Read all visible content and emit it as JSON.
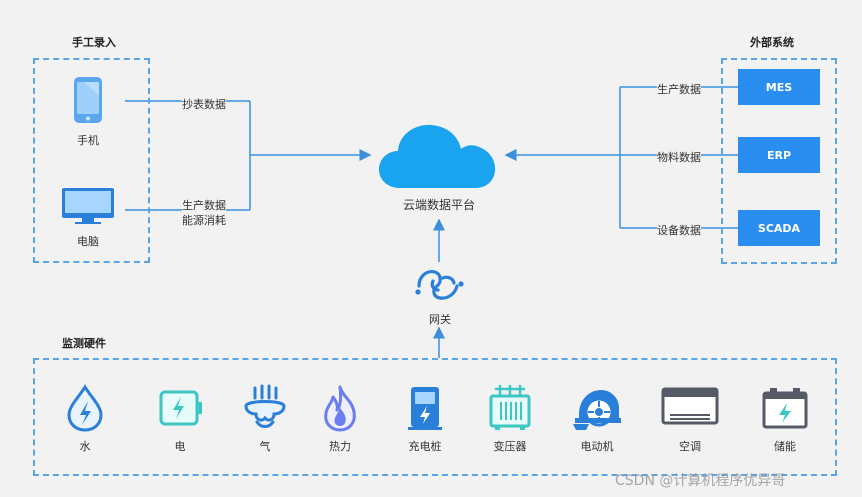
{
  "manual_entry": {
    "title": "手工录入",
    "devices": [
      {
        "label": "手机"
      },
      {
        "label": "电脑"
      }
    ],
    "flow_labels": {
      "meter_reading": "抄表数据",
      "production": "生产数据",
      "energy": "能源消耗"
    }
  },
  "external_systems": {
    "title": "外部系统",
    "systems": [
      "MES",
      "ERP",
      "SCADA"
    ],
    "flow_labels": [
      "生产数据",
      "物料数据",
      "设备数据"
    ]
  },
  "cloud": {
    "label": "云端数据平台"
  },
  "gateway": {
    "label": "网关"
  },
  "hardware": {
    "title": "监测硬件",
    "items": [
      "水",
      "电",
      "气",
      "热力",
      "充电桩",
      "变压器",
      "电动机",
      "空调",
      "储能"
    ]
  },
  "watermark": "CSDN @计算机程序优异哥",
  "colors": {
    "accent": "#2a8ef0",
    "line": "#3b8fde",
    "cloud": "#1aa3ee",
    "dashed": "#5aa4e8"
  }
}
